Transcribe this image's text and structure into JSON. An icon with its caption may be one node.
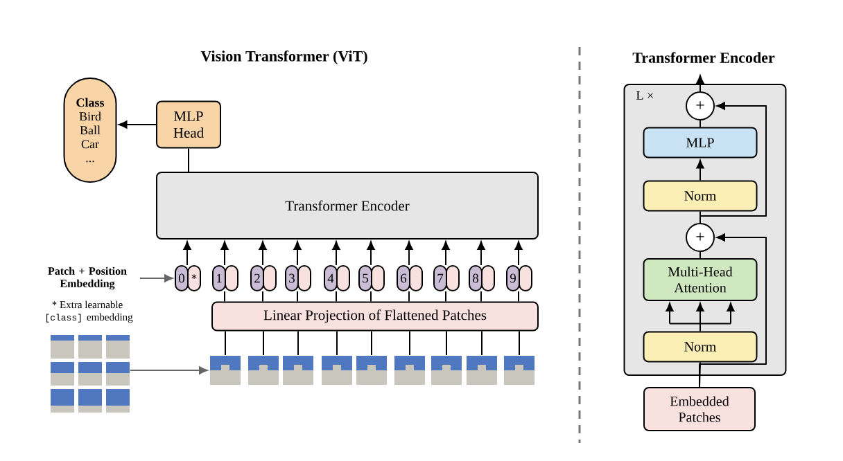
{
  "diagram": {
    "title": "Vision Transformer (ViT)",
    "nodes": [
      {
        "text": [
          "Class",
          "Bird",
          "Ball",
          "Car",
          "..."
        ]
      },
      {
        "text": [
          "MLP Head"
        ]
      },
      {
        "text": [
          "Transformer Encoder"
        ]
      },
      {
        "text": [
          "Patch + Position Embedding"
        ]
      },
      {
        "text": [
          "0"
        ]
      },
      {
        "text": [
          "*"
        ]
      },
      {
        "text": [
          "1"
        ]
      },
      {
        "text": [],
        "shape": "box"
      },
      {
        "text": [
          "2"
        ]
      },
      {
        "text": [],
        "shape": "box"
      },
      {
        "text": [
          "3"
        ]
      },
      {
        "text": [],
        "shape": "box"
      },
      {
        "text": [
          "4"
        ]
      },
      {
        "text": [],
        "shape": "box"
      },
      {
        "text": [
          "5"
        ]
      },
      {
        "text": [],
        "shape": "box"
      },
      {
        "text": [
          "6"
        ]
      },
      {
        "text": [],
        "shape": "box"
      },
      {
        "text": [
          "7"
        ]
      },
      {
        "text": [],
        "shape": "box"
      },
      {
        "text": [
          "8"
        ]
      },
      {
        "text": [],
        "shape": "box"
      },
      {
        "text": [
          "9"
        ]
      },
      {
        "text": [],
        "shape": "box"
      },
      {
        "text": [
          "Linear Projection of Flattened Patches"
        ]
      },
      {
        "text": [],
        "shape": "picture"
      },
      {
        "text": [],
        "shape": "picture"
      },
      {
        "text": [],
        "shape": "picture"
      },
      {
        "text": [],
        "shape": "picture"
      },
      {
        "text": [],
        "shape": "picture"
      },
      {
        "text": [],
        "shape": "picture"
      },
      {
        "text": [],
        "shape": "picture"
      },
      {
        "text": [],
        "shape": "picture"
      },
      {
        "text": [],
        "shape": "picture"
      },
      {
        "text": [],
        "shape": "picture"
      },
      {
        "text": [
          "L ×"
        ]
      },
      {
        "text": [
          "+"
        ],
        "in": 35
      },
      {
        "text": [
          "MLP"
        ],
        "in": 35
      },
      {
        "text": [
          "Norm"
        ],
        "in": 35
      },
      {
        "text": [
          "+"
        ],
        "in": 35
      },
      {
        "text": [
          "Multi-Head Attention"
        ],
        "in": 35
      },
      {
        "text": [
          "Norm"
        ],
        "in": 35
      },
      {
        "text": [
          "Embedded Patches"
        ]
      }
    ],
    "edges": [
      {
        "from": 1,
        "to": 0,
        "arrow": "to"
      },
      {
        "from": 2,
        "to": 1,
        "arrow": "none"
      },
      {
        "from": 3,
        "to": 4,
        "arrow": "to",
        "color": "#666666"
      },
      {
        "from": 5,
        "to": 2,
        "arrow": "to"
      },
      {
        "from": 7,
        "to": 2,
        "arrow": "to"
      },
      {
        "from": 9,
        "to": 2,
        "arrow": "to"
      },
      {
        "from": 11,
        "to": 2,
        "arrow": "to"
      },
      {
        "from": 13,
        "to": 2,
        "arrow": "to"
      },
      {
        "from": 15,
        "to": 2,
        "arrow": "to"
      },
      {
        "from": 17,
        "to": 2,
        "arrow": "to"
      },
      {
        "from": 19,
        "to": 2,
        "arrow": "to"
      },
      {
        "from": 21,
        "to": 2,
        "arrow": "to"
      },
      {
        "from": 23,
        "to": 2,
        "arrow": "to"
      },
      {
        "from": 26,
        "to": 24,
        "arrow": "none"
      },
      {
        "from": 27,
        "to": 24,
        "arrow": "none"
      },
      {
        "from": 28,
        "to": 24,
        "arrow": "none"
      },
      {
        "from": 29,
        "to": 24,
        "arrow": "none"
      },
      {
        "from": 30,
        "to": 24,
        "arrow": "none"
      },
      {
        "from": 31,
        "to": 24,
        "arrow": "none"
      },
      {
        "from": 32,
        "to": 24,
        "arrow": "none"
      },
      {
        "from": 33,
        "to": 24,
        "arrow": "none"
      },
      {
        "from": 34,
        "to": 24,
        "arrow": "none"
      },
      {
        "from": 24,
        "to": 7,
        "arrow": "none"
      },
      {
        "from": 24,
        "to": 9,
        "arrow": "none"
      },
      {
        "from": 24,
        "to": 11,
        "arrow": "none"
      },
      {
        "from": 24,
        "to": 13,
        "arrow": "none"
      },
      {
        "from": 24,
        "to": 15,
        "arrow": "none"
      },
      {
        "from": 24,
        "to": 17,
        "arrow": "none"
      },
      {
        "from": 24,
        "to": 19,
        "arrow": "none"
      },
      {
        "from": 24,
        "to": 21,
        "arrow": "none"
      },
      {
        "from": 24,
        "to": 23,
        "arrow": "none"
      },
      {
        "from": 25,
        "to": 26,
        "arrow": "to",
        "color": "#666666"
      },
      {
        "from": 42,
        "to": 41,
        "arrow": "none"
      },
      {
        "from": 42,
        "to": 39,
        "arrow": "to"
      },
      {
        "from": 41,
        "to": 40,
        "arrow": "to"
      },
      {
        "from": 40,
        "to": 39,
        "arrow": "none"
      },
      {
        "from": 39,
        "to": 38,
        "arrow": "none"
      },
      {
        "from": 39,
        "to": 36,
        "arrow": "to"
      },
      {
        "from": 38,
        "to": 37,
        "arrow": "to"
      },
      {
        "from": 37,
        "to": 36,
        "arrow": "none"
      },
      {
        "from": 36,
        "to": null,
        "arrow": "to"
      }
    ],
    "labels": [
      "Transformer Encoder",
      "* Extra learnable",
      "[class]",
      "embedding"
    ]
  }
}
